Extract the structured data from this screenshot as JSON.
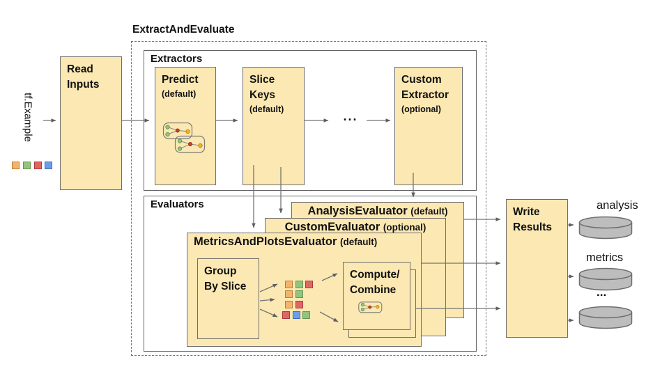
{
  "diagram_title": "ExtractAndEvaluate",
  "input": {
    "label": "tf.Example",
    "squares": [
      "orange",
      "green",
      "red",
      "blue"
    ]
  },
  "read_inputs": {
    "label": "Read\nInputs"
  },
  "extractors": {
    "label": "Extractors",
    "predict": {
      "name": "Predict",
      "qualifier": "(default)"
    },
    "slice_keys": {
      "name": "Slice\nKeys",
      "qualifier": "(default)"
    },
    "ellipsis": "...",
    "custom_extractor": {
      "name": "Custom\nExtractor",
      "qualifier": "(optional)"
    }
  },
  "evaluators": {
    "label": "Evaluators",
    "analysis_evaluator": {
      "name": "AnalysisEvaluator",
      "qualifier": "(default)"
    },
    "custom_evaluator": {
      "name": "CustomEvaluator",
      "qualifier": "(optional)"
    },
    "metrics_and_plots_evaluator": {
      "name": "MetricsAndPlotsEvaluator",
      "qualifier": "(default)"
    },
    "group_by_slice": {
      "label": "Group\nBy Slice"
    },
    "compute_combine": {
      "label": "Compute/\nCombine"
    },
    "slice_grid": [
      [
        "orange",
        "green",
        "red"
      ],
      [
        "orange",
        "green"
      ],
      [
        "orange",
        "red"
      ],
      [
        "red",
        "blue",
        "green"
      ]
    ]
  },
  "write_results": {
    "label": "Write\nResults"
  },
  "outputs": [
    {
      "label": "analysis"
    },
    {
      "label": "metrics"
    },
    {
      "label": "..."
    }
  ],
  "colors": {
    "orange": "#F6B26B",
    "green": "#93C47D",
    "red": "#E06666",
    "blue": "#6D9EEB",
    "node_fill": "#FCE8B2",
    "cylinder_fill": "#BDBDBD"
  }
}
